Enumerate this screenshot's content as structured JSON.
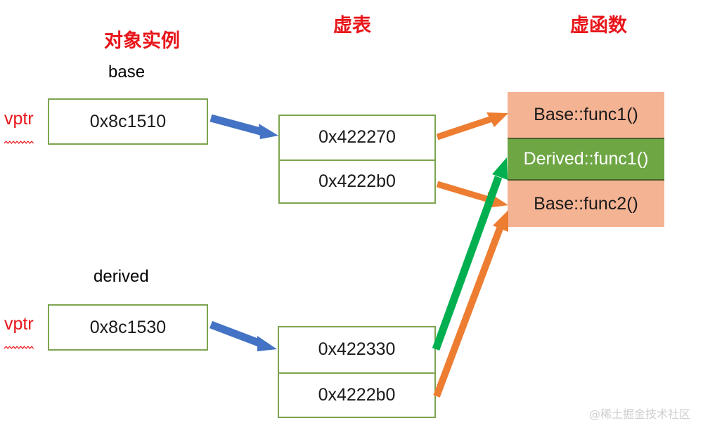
{
  "headings": {
    "objects": "对象实例",
    "vtable": "虚表",
    "vfunc": "虚函数"
  },
  "objects": [
    {
      "name": "base",
      "ptr_label": "vptr",
      "address": "0x8c1510"
    },
    {
      "name": "derived",
      "ptr_label": "vptr",
      "address": "0x8c1530"
    }
  ],
  "vtables": [
    {
      "owner": "base",
      "entries": [
        "0x422270",
        "0x4222b0"
      ]
    },
    {
      "owner": "derived",
      "entries": [
        "0x422330",
        "0x4222b0"
      ]
    }
  ],
  "virtual_functions": [
    {
      "label": "Base::func1()",
      "style": "peach"
    },
    {
      "label": "Derived::func1()",
      "style": "green"
    },
    {
      "label": "Base::func2()",
      "style": "peach"
    }
  ],
  "watermark": "@稀土掘金技术社区",
  "colors": {
    "heading_red": "#E8151A",
    "box_border_green": "#7DA44F",
    "arrow_blue": "#4472C4",
    "arrow_orange": "#ED7D31",
    "arrow_green": "#00B050",
    "func_peach": "#F4B393",
    "func_green": "#6EA644",
    "watermark_gray": "#CFCFCF",
    "background": "#FFFFFF"
  }
}
